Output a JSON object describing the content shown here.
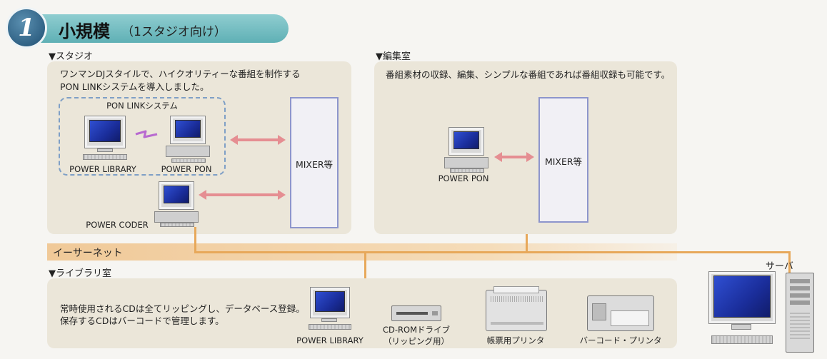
{
  "header": {
    "badge_number": "1",
    "title": "小規模",
    "subtitle": "（1スタジオ向け）"
  },
  "studio": {
    "label": "▼スタジオ",
    "description_lines": [
      "ワンマンDJスタイルで、ハイクオリティーな番組を制作する",
      "PON LINKシステムを導入しました。"
    ],
    "ponlink_title": "PON LINKシステム",
    "power_library": "POWER LIBRARY",
    "power_pon": "POWER PON",
    "power_coder": "POWER CODER",
    "mixer": "MIXER等"
  },
  "editroom": {
    "label": "▼編集室",
    "description": "番組素材の収録、編集、シンプルな番組であれば番組収録も可能です。",
    "power_pon": "POWER PON",
    "mixer": "MIXER等"
  },
  "ethernet": {
    "label": "イーサーネット"
  },
  "library": {
    "label": "▼ライブラリ室",
    "description_lines": [
      "常時使用されるCDは全てリッピングし、データベース登録。",
      "保存するCDはバーコードで管理します。"
    ],
    "power_library": "POWER LIBRARY",
    "cdrom_line1": "CD-ROMドライブ",
    "cdrom_line2": "（リッピング用）",
    "form_printer": "帳票用プリンタ",
    "barcode_printer": "バーコード・プリンタ"
  },
  "server": {
    "label": "サーバ"
  },
  "colors": {
    "ethernet": "#e7a85a",
    "arrow": "#e58e92",
    "mixer_border": "#8d95cc",
    "panel": "#ebe6d9",
    "header_bar": "#6cb8bc"
  }
}
